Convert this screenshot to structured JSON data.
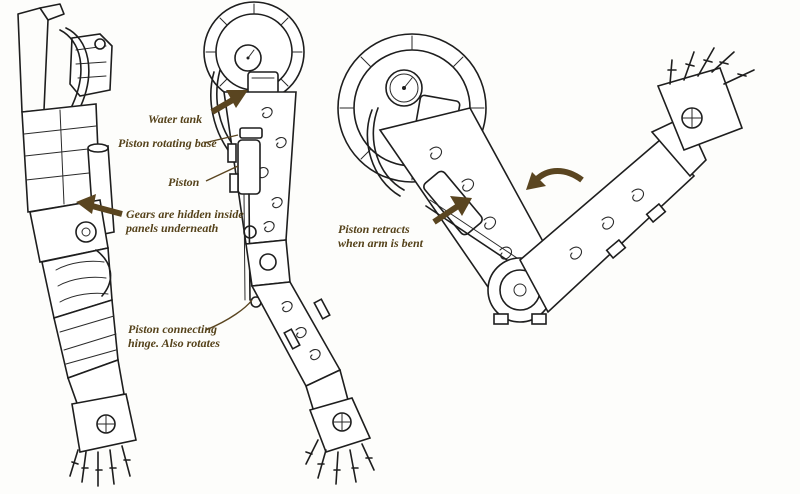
{
  "labels": {
    "water_tank": "Water tank",
    "piston_rotating_base": "Piston rotating base",
    "piston": "Piston",
    "gears_line1": "Gears are hidden inside",
    "gears_line2": "panels underneath",
    "piston_retracts_line1": "Piston retracts",
    "piston_retracts_line2": "when arm is bent",
    "piston_hinge_line1": "Piston connecting",
    "piston_hinge_line2": "hinge. Also rotates"
  },
  "colors": {
    "ink": "#1e1e1e",
    "annotation": "#55421a",
    "background": "#fdfdfb"
  }
}
